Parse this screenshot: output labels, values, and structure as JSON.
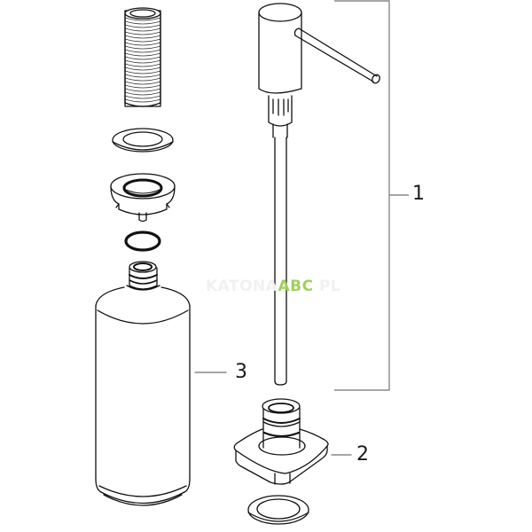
{
  "diagram": {
    "type": "exploded-parts-view",
    "subject": "soap dispenser",
    "line_color": "#111111",
    "bracket_color": "#888888",
    "callouts": [
      {
        "id": "1",
        "label": "1"
      },
      {
        "id": "2",
        "label": "2"
      },
      {
        "id": "3",
        "label": "3"
      }
    ],
    "parts": [
      {
        "name": "threaded-sleeve"
      },
      {
        "name": "flat-washer-top"
      },
      {
        "name": "mounting-flange"
      },
      {
        "name": "o-ring"
      },
      {
        "name": "bottle",
        "callout": "3"
      },
      {
        "name": "pump-head-with-spout",
        "callout": "1"
      },
      {
        "name": "dip-tube",
        "callout": "1"
      },
      {
        "name": "square-base-escutcheon",
        "callout": "2"
      },
      {
        "name": "flat-washer-bottom"
      }
    ]
  },
  "watermark": {
    "prefix": "KATONA",
    "brand": "ABC",
    "suffix": "PL",
    "brand_color": "#9fd05a"
  }
}
